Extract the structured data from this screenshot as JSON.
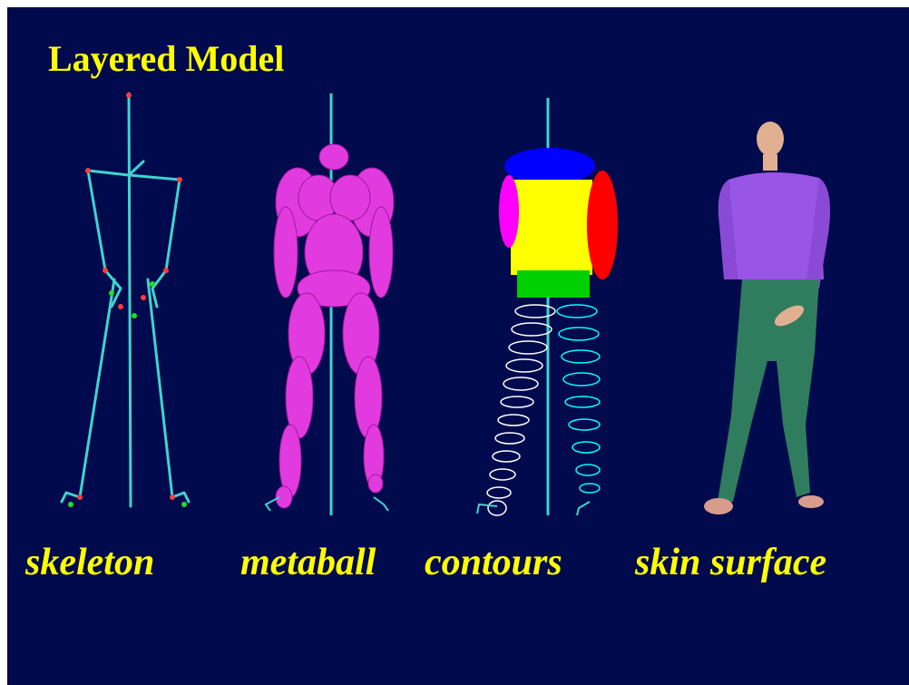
{
  "slide": {
    "title": "Layered Model",
    "background_color": "#000a4c",
    "text_color": "#ffff00"
  },
  "figures": [
    {
      "id": "skeleton",
      "caption": "skeleton",
      "color": "#3fd3cf"
    },
    {
      "id": "metaball",
      "caption": "metaball",
      "color": "#e13be0"
    },
    {
      "id": "contours",
      "caption": "contours",
      "colors": [
        "#0000ff",
        "#ff0000",
        "#ffff00",
        "#ff00ff",
        "#00d000",
        "#ffffff",
        "#00ffff"
      ]
    },
    {
      "id": "skin-surface",
      "caption": "skin surface",
      "colors": [
        "#9955e6",
        "#2f7d5e",
        "#e0b090"
      ]
    }
  ]
}
